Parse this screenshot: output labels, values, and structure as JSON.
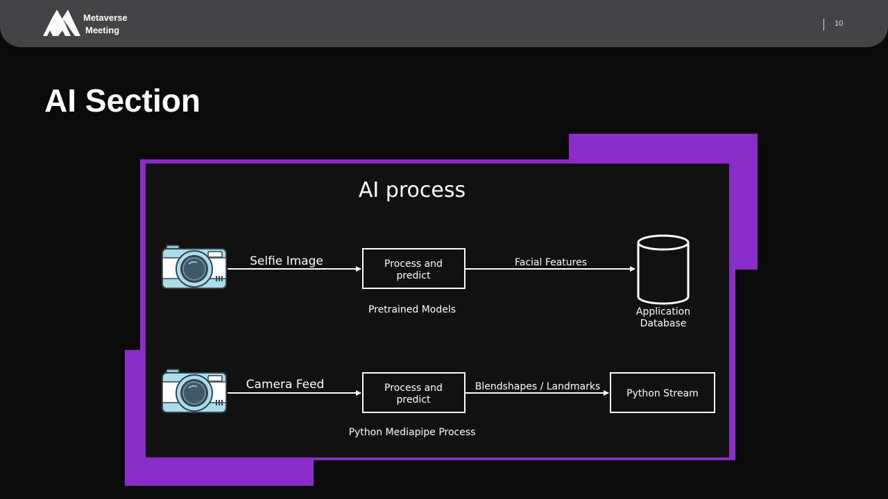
{
  "header": {
    "brand_line1": "Metaverse",
    "brand_line2": "Meeting",
    "page_number": "10",
    "logo_icon": "metaverse-m-logo-icon"
  },
  "slide": {
    "title": "AI Section"
  },
  "diagram": {
    "title": "AI process",
    "rows": [
      {
        "source_icon": "camera-icon",
        "source_label": "Selfie Image",
        "process_label_line1": "Process and",
        "process_label_line2": "predict",
        "process_caption": "Pretrained Models",
        "output_label": "Facial Features",
        "destination_icon": "database-icon",
        "destination_line1": "Application",
        "destination_line2": "Database"
      },
      {
        "source_icon": "camera-icon",
        "source_label": "Camera Feed",
        "process_label_line1": "Process and",
        "process_label_line2": "predict",
        "process_caption": "Python Mediapipe Process",
        "output_label": "Blendshapes / Landmarks",
        "destination_label": "Python Stream"
      }
    ]
  },
  "colors": {
    "accent_purple": "#8a2dc8",
    "header_bg": "#444448",
    "page_bg": "#0a0a0a",
    "camera_body": "#a8dde9"
  }
}
